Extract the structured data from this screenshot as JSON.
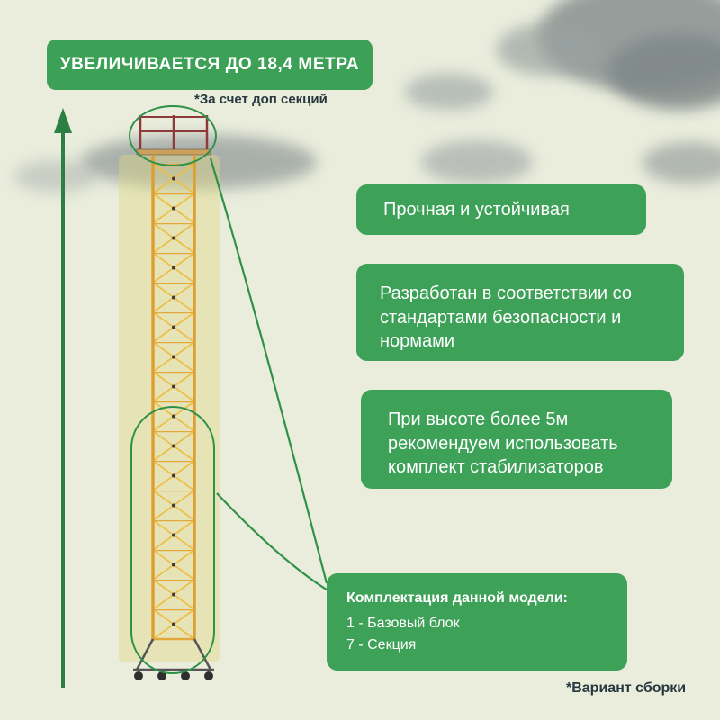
{
  "banner": {
    "title": "УВЕЛИЧИВАЕТСЯ ДО 18,4 МЕТРА"
  },
  "footnotes": {
    "sections_note": "*За счет доп секций",
    "assembly_note": "*Вариант сборки"
  },
  "callouts": [
    {
      "text": "Прочная и устойчивая"
    },
    {
      "text": "Разработан в соответствии со стандартами безопасности и нормами"
    },
    {
      "text": "При высоте более 5м рекомендуем использовать комплект стабилизаторов"
    }
  ],
  "kit": {
    "title": "Комплектация данной модели:",
    "items": [
      "1 - Базовый блок",
      "7 - Секция"
    ]
  },
  "illustration": {
    "subject": "scaffolding-tower",
    "height_limit_m": "18,4",
    "stabilizer_threshold_m": "5"
  },
  "colors": {
    "accent_green": "#3da158",
    "outline_green": "#2f9147",
    "background": "#eaeddc",
    "tower_yellow": "#dd9f33",
    "note_text": "#27383f"
  }
}
